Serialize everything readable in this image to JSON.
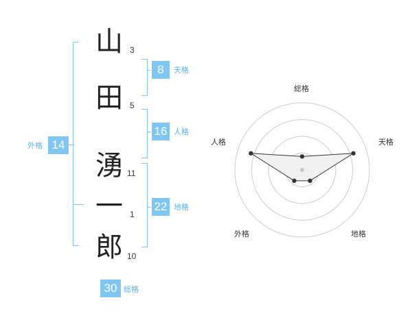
{
  "name": {
    "chars": [
      {
        "char": "山",
        "strokes": "3"
      },
      {
        "char": "田",
        "strokes": "5"
      },
      {
        "char": "湧",
        "strokes": "11"
      },
      {
        "char": "一",
        "strokes": "1"
      },
      {
        "char": "郎",
        "strokes": "10"
      }
    ]
  },
  "fortunes": {
    "tenkaku": {
      "label": "天格",
      "value": "8"
    },
    "jinkaku": {
      "label": "人格",
      "value": "16"
    },
    "chikaku": {
      "label": "地格",
      "value": "22"
    },
    "gaikaku": {
      "label": "外格",
      "value": "14"
    },
    "soukaku": {
      "label": "総格",
      "value": "30"
    }
  },
  "colors": {
    "accent": "#7fc6f2",
    "label": "#5ab4ea",
    "radar_fill": "#efefef",
    "radar_grid": "#cccccc"
  },
  "chart_data": {
    "type": "radar",
    "axes": [
      "総格",
      "天格",
      "地格",
      "外格",
      "人格"
    ],
    "values": [
      1,
      4,
      1,
      1,
      4
    ],
    "max": 5,
    "grid_levels": 4
  }
}
